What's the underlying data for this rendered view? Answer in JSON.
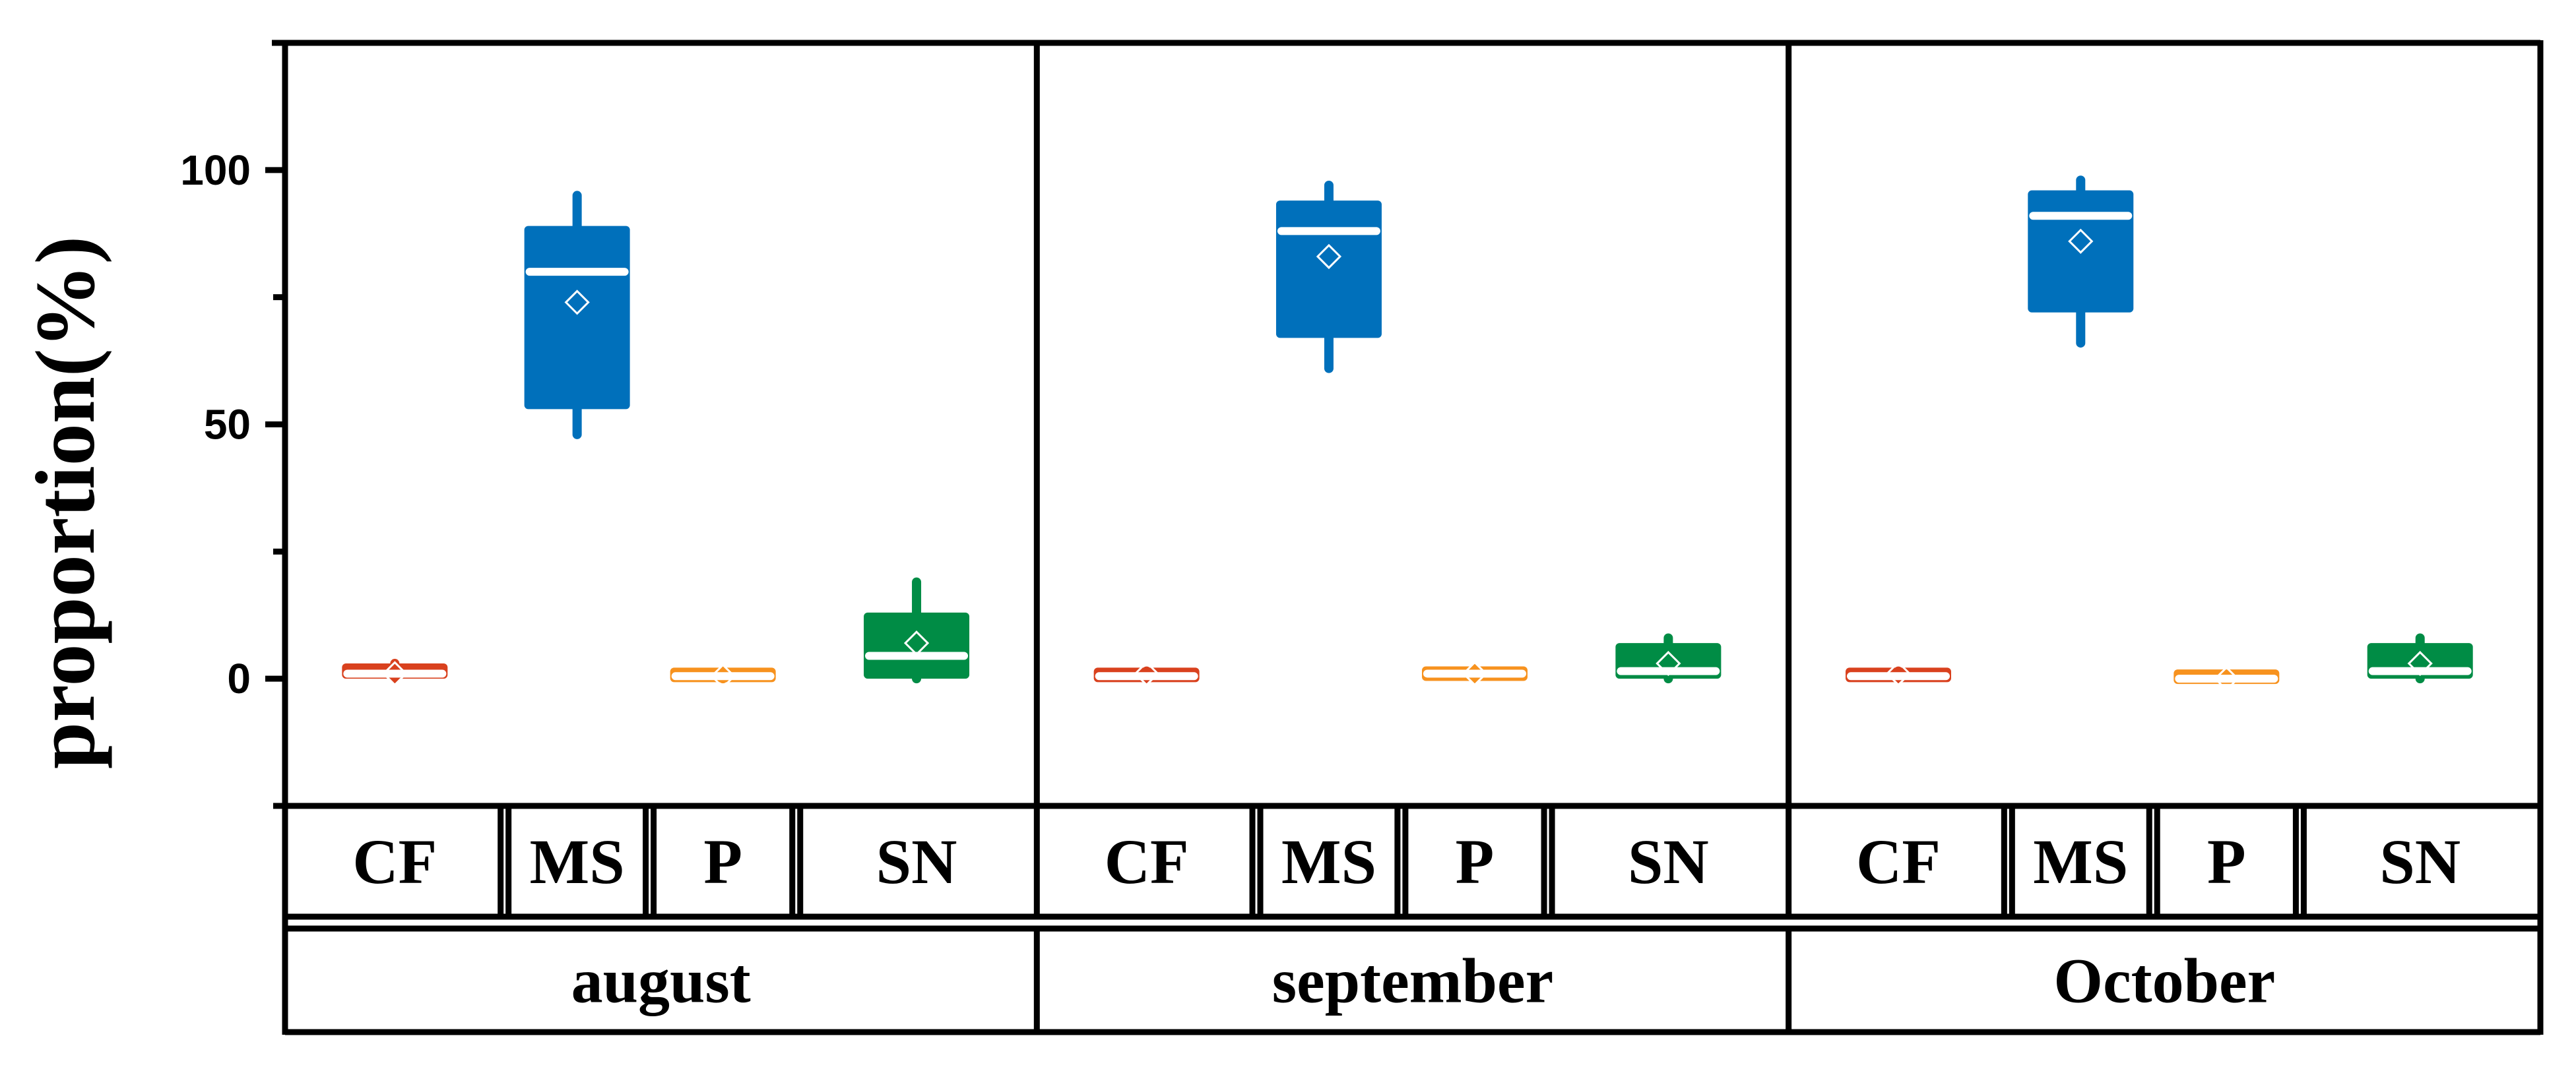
{
  "chart_data": {
    "type": "box",
    "title": "",
    "xlabel": "",
    "ylabel": "proportion(%)",
    "ylim": [
      -25,
      125
    ],
    "yticks": [
      0,
      50,
      100
    ],
    "ytick_labels": [
      "0",
      "50",
      "100"
    ],
    "grid": false,
    "legend": "none",
    "categories": [
      "CF",
      "MS",
      "P",
      "SN"
    ],
    "category_colors": {
      "CF": "#d9411e",
      "MS": "#0070bb",
      "P": "#f7921e",
      "SN": "#008c45"
    },
    "panels": [
      {
        "label": "august",
        "boxes": [
          {
            "category": "CF",
            "min": 0,
            "q1": 0,
            "median": 1,
            "q3": 3,
            "max": 3,
            "mean": 1
          },
          {
            "category": "MS",
            "min": 48,
            "q1": 53,
            "median": 80,
            "q3": 89,
            "max": 95,
            "mean": 74
          },
          {
            "category": "P",
            "min": 0,
            "q1": 0,
            "median": 0.5,
            "q3": 1.5,
            "max": 1.5,
            "mean": 0.5
          },
          {
            "category": "SN",
            "min": 0,
            "q1": 0,
            "median": 4.5,
            "q3": 13,
            "max": 19,
            "mean": 7
          }
        ]
      },
      {
        "label": "september",
        "boxes": [
          {
            "category": "CF",
            "min": 0,
            "q1": 0,
            "median": 0.5,
            "q3": 1.5,
            "max": 1.5,
            "mean": 1
          },
          {
            "category": "MS",
            "min": 61,
            "q1": 67,
            "median": 88,
            "q3": 94,
            "max": 97,
            "mean": 83
          },
          {
            "category": "P",
            "min": 0,
            "q1": 0,
            "median": 1,
            "q3": 2,
            "max": 2,
            "mean": 1
          },
          {
            "category": "SN",
            "min": 0,
            "q1": 0,
            "median": 1.5,
            "q3": 7,
            "max": 8,
            "mean": 3
          }
        ]
      },
      {
        "label": "October",
        "boxes": [
          {
            "category": "CF",
            "min": 0,
            "q1": 0,
            "median": 0.5,
            "q3": 1.5,
            "max": 1.5,
            "mean": 1
          },
          {
            "category": "MS",
            "min": 66,
            "q1": 72,
            "median": 91,
            "q3": 96,
            "max": 98,
            "mean": 86
          },
          {
            "category": "P",
            "min": 0,
            "q1": 0,
            "median": 0,
            "q3": 0.8,
            "max": 0.8,
            "mean": 0
          },
          {
            "category": "SN",
            "min": 0,
            "q1": 0,
            "median": 1.5,
            "q3": 7,
            "max": 8,
            "mean": 3
          }
        ]
      }
    ]
  }
}
